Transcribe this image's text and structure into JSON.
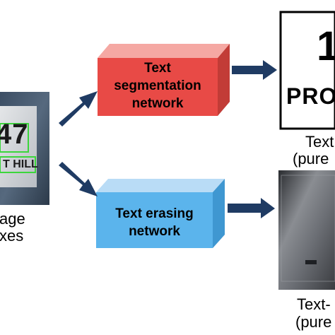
{
  "input_image": {
    "sign_number": "47",
    "sign_street": "T HILL",
    "caption_line1": "age",
    "caption_line2": "xes"
  },
  "segmentation_network": {
    "line1": "Text",
    "line2": "segmentation",
    "line3": "network",
    "color": "#e84a46"
  },
  "erasing_network": {
    "line1": "Text erasing",
    "line2": "network",
    "color": "#5bb4ec"
  },
  "segmentation_output": {
    "number": "1",
    "text": "PRO",
    "caption_line1": "Text",
    "caption_line2": "(pure"
  },
  "erased_output": {
    "caption_line1": "Text-",
    "caption_line2": "(pure"
  },
  "arrow_color": "#1f3b63"
}
